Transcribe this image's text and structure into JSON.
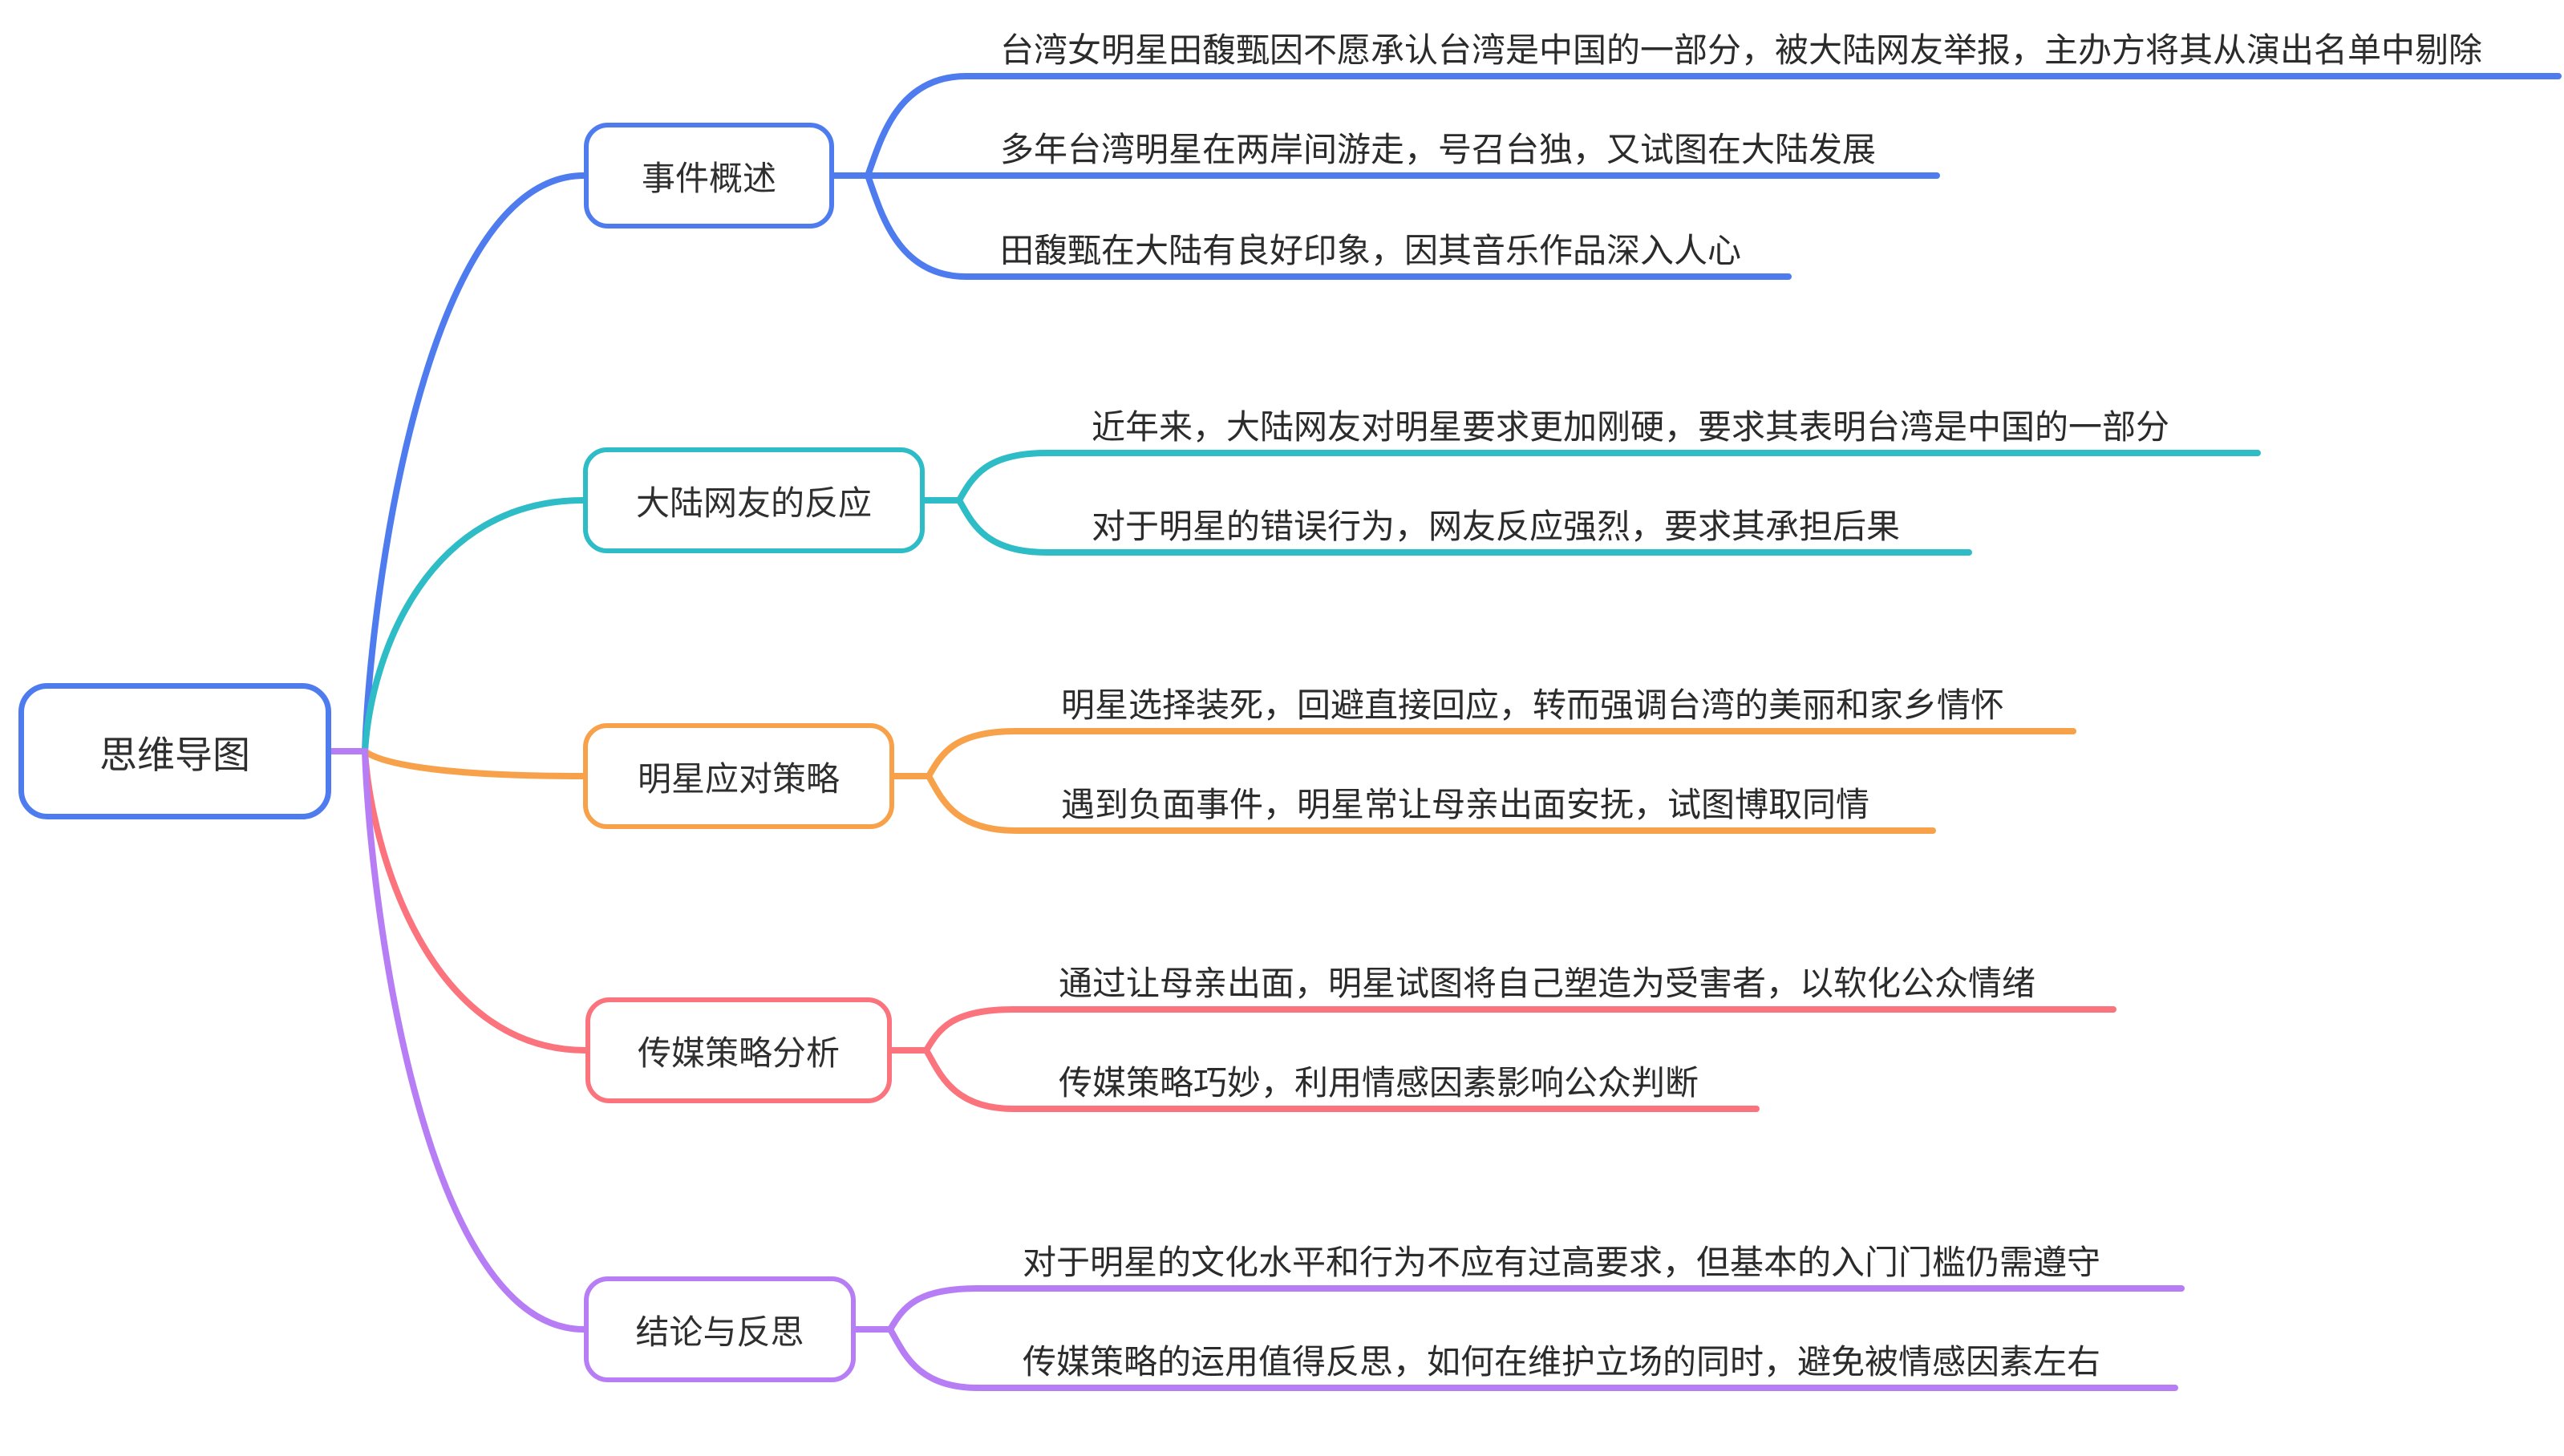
{
  "root": {
    "label": "思维导图"
  },
  "colors": {
    "blue": "#4e7cef",
    "teal": "#2ebcc6",
    "orange": "#f7a24b",
    "red": "#fb737c",
    "purple": "#b77df4",
    "text": "#2b2b2b",
    "background": "#ffffff"
  },
  "branches": [
    {
      "label": "事件概述",
      "color": "#4e7cef",
      "children": [
        "台湾女明星田馥甄因不愿承认台湾是中国的一部分，被大陆网友举报，主办方将其从演出名单中剔除",
        "多年台湾明星在两岸间游走，号召台独，又试图在大陆发展",
        "田馥甄在大陆有良好印象，因其音乐作品深入人心"
      ]
    },
    {
      "label": "大陆网友的反应",
      "color": "#2ebcc6",
      "children": [
        "近年来，大陆网友对明星要求更加刚硬，要求其表明台湾是中国的一部分",
        "对于明星的错误行为，网友反应强烈，要求其承担后果"
      ]
    },
    {
      "label": "明星应对策略",
      "color": "#f7a24b",
      "children": [
        "明星选择装死，回避直接回应，转而强调台湾的美丽和家乡情怀",
        "遇到负面事件，明星常让母亲出面安抚，试图博取同情"
      ]
    },
    {
      "label": "传媒策略分析",
      "color": "#fb737c",
      "children": [
        "通过让母亲出面，明星试图将自己塑造为受害者，以软化公众情绪",
        "传媒策略巧妙，利用情感因素影响公众判断"
      ]
    },
    {
      "label": "结论与反思",
      "color": "#b77df4",
      "children": [
        "对于明星的文化水平和行为不应有过高要求，但基本的入门门槛仍需遵守",
        "传媒策略的运用值得反思，如何在维护立场的同时，避免被情感因素左右"
      ]
    }
  ]
}
